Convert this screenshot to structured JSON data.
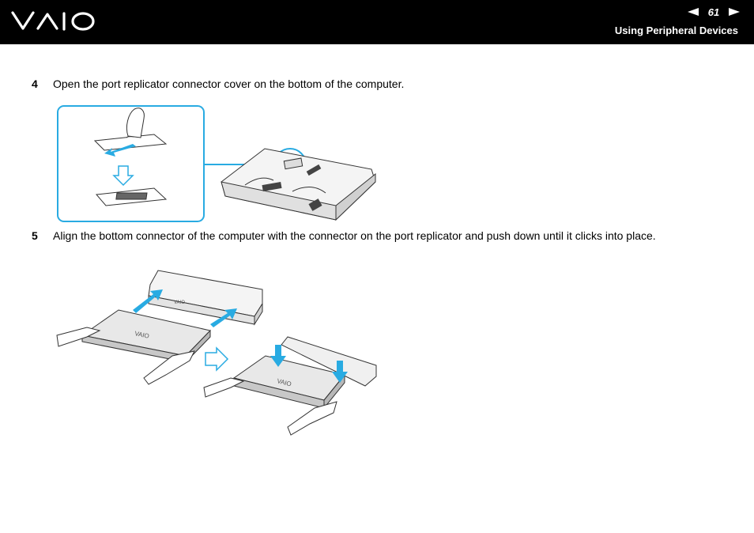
{
  "header": {
    "logo_text": "VAIO",
    "page_number": "61",
    "section_title": "Using Peripheral Devices"
  },
  "steps": [
    {
      "number": "4",
      "text": "Open the port replicator connector cover on the bottom of the computer."
    },
    {
      "number": "5",
      "text": "Align the bottom connector of the computer with the connector on the port replicator and push down until it clicks into place."
    }
  ],
  "icons": {
    "prev": "left-triangle-arrow",
    "next": "right-triangle-arrow",
    "logo": "vaio-logo"
  },
  "colors": {
    "header_bg": "#000000",
    "header_text": "#ffffff",
    "callout_border": "#29abe2",
    "arrow_fill": "#29abe2"
  }
}
